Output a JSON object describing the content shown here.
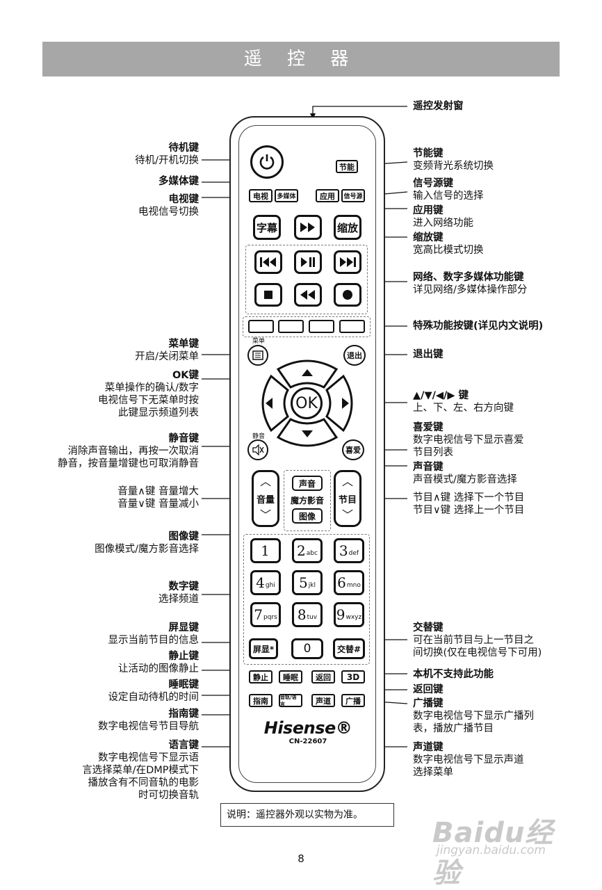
{
  "header": {
    "title": "遥 控 器"
  },
  "labels_left": [
    {
      "id": "standby_t",
      "text": "待机键"
    },
    {
      "id": "standby_d",
      "text": "待机/开机切换"
    },
    {
      "id": "media_t",
      "text": "多媒体键"
    },
    {
      "id": "tv_t",
      "text": "电视键"
    },
    {
      "id": "tv_d",
      "text": "电视信号切换"
    },
    {
      "id": "menu_t",
      "text": "菜单键"
    },
    {
      "id": "menu_d",
      "text": "开启/关闭菜单"
    },
    {
      "id": "ok_t",
      "text": "OK键"
    },
    {
      "id": "ok_d1",
      "text": "菜单操作的确认/数字"
    },
    {
      "id": "ok_d2",
      "text": "电视信号下无菜单时按"
    },
    {
      "id": "ok_d3",
      "text": "此键显示频道列表"
    },
    {
      "id": "mute_t",
      "text": "静音键"
    },
    {
      "id": "mute_d1",
      "text": "消除声音输出，再按一次取消"
    },
    {
      "id": "mute_d2",
      "text": "静音，按音量增键也可取消静音"
    },
    {
      "id": "vol_up",
      "text": "音量∧键  音量增大"
    },
    {
      "id": "vol_dn",
      "text": "音量∨键  音量减小"
    },
    {
      "id": "pic_t",
      "text": "图像键"
    },
    {
      "id": "pic_d",
      "text": "图像模式/魔方影音选择"
    },
    {
      "id": "num_t",
      "text": "数字键"
    },
    {
      "id": "num_d",
      "text": "选择频道"
    },
    {
      "id": "osd_t",
      "text": "屏显键"
    },
    {
      "id": "osd_d",
      "text": "显示当前节目的信息"
    },
    {
      "id": "still_t",
      "text": "静止键"
    },
    {
      "id": "still_d",
      "text": "让活动的图像静止"
    },
    {
      "id": "sleep_t",
      "text": "睡眠键"
    },
    {
      "id": "sleep_d",
      "text": "设定自动待机的时间"
    },
    {
      "id": "guide_t",
      "text": "指南键"
    },
    {
      "id": "guide_d",
      "text": "数字电视信号节目导航"
    },
    {
      "id": "lang_t",
      "text": "语言键"
    },
    {
      "id": "lang_d1",
      "text": "数字电视信号下显示语"
    },
    {
      "id": "lang_d2",
      "text": "言选择菜单/在DMP模式下"
    },
    {
      "id": "lang_d3",
      "text": "播放含有不同音轨的电影"
    },
    {
      "id": "lang_d4",
      "text": "时可切换音轨"
    }
  ],
  "labels_right": [
    {
      "id": "ir_t",
      "text": "遥控发射窗"
    },
    {
      "id": "eco_t",
      "text": "节能键"
    },
    {
      "id": "eco_d",
      "text": "变频背光系统切换"
    },
    {
      "id": "src_t",
      "text": "信号源键"
    },
    {
      "id": "src_d",
      "text": "输入信号的选择"
    },
    {
      "id": "app_t",
      "text": "应用键"
    },
    {
      "id": "app_d",
      "text": "进入网络功能"
    },
    {
      "id": "zoom_t",
      "text": "缩放键"
    },
    {
      "id": "zoom_d",
      "text": "宽高比模式切换"
    },
    {
      "id": "net_t",
      "text": "网络、数字多媒体功能键"
    },
    {
      "id": "net_d",
      "text": "详见网络/多媒体操作部分"
    },
    {
      "id": "spec_t",
      "text": "特殊功能按键(详见内文说明)"
    },
    {
      "id": "exit_t",
      "text": "退出键"
    },
    {
      "id": "dir_t",
      "text": "▲/▼/◀/▶ 键"
    },
    {
      "id": "dir_d",
      "text": "上、下、左、右方向键"
    },
    {
      "id": "fav_t",
      "text": "喜爱键"
    },
    {
      "id": "fav_d1",
      "text": "数字电视信号下显示喜爱"
    },
    {
      "id": "fav_d2",
      "text": "节目列表"
    },
    {
      "id": "snd_t",
      "text": "声音键"
    },
    {
      "id": "snd_d",
      "text": "声音模式/魔方影音选择"
    },
    {
      "id": "ch_up",
      "text": "节目∧键  选择下一个节目"
    },
    {
      "id": "ch_dn",
      "text": "节目∨键  选择上一个节目"
    },
    {
      "id": "swap_t",
      "text": "交替键"
    },
    {
      "id": "swap_d1",
      "text": "可在当前节目与上一节目之"
    },
    {
      "id": "swap_d2",
      "text": "间切换(仅在电视信号下可用)"
    },
    {
      "id": "nosup_t",
      "text": "本机不支持此功能"
    },
    {
      "id": "back_t",
      "text": "返回键"
    },
    {
      "id": "bc_t",
      "text": "广播键"
    },
    {
      "id": "bc_d1",
      "text": "数字电视信号下显示广播列"
    },
    {
      "id": "bc_d2",
      "text": "表，播放广播节目"
    },
    {
      "id": "aud_t",
      "text": "声道键"
    },
    {
      "id": "aud_d1",
      "text": "数字电视信号下显示声道"
    },
    {
      "id": "aud_d2",
      "text": "选择菜单"
    }
  ],
  "remote": {
    "eco": "节能",
    "tv": "电视",
    "media": "多媒体",
    "app": "应用",
    "source": "信号源",
    "subtitle": "字幕",
    "zoom": "缩放",
    "menu_label": "菜单",
    "exit": "退出",
    "ok": "OK",
    "mute_label": "静音",
    "fav": "喜爱",
    "sound": "声音",
    "volume": "音量",
    "magic": "魔方影音",
    "channel": "节目",
    "picture": "图像",
    "digits": [
      {
        "n": "1",
        "s": ""
      },
      {
        "n": "2",
        "s": "abc"
      },
      {
        "n": "3",
        "s": "def"
      },
      {
        "n": "4",
        "s": "ghi"
      },
      {
        "n": "5",
        "s": "jkl"
      },
      {
        "n": "6",
        "s": "mno"
      },
      {
        "n": "7",
        "s": "pqrs"
      },
      {
        "n": "8",
        "s": "tuv"
      },
      {
        "n": "9",
        "s": "wxyz"
      }
    ],
    "osd": "屏显*",
    "zero": "0",
    "swap": "交替#",
    "still": "静止",
    "sleep": "睡眠",
    "back": "返回",
    "three_d": "3D",
    "guide": "指南",
    "lang": "音轨/语言",
    "audio_ch": "声道",
    "broadcast": "广播",
    "brand": "Hisense®",
    "model": "CN-22607"
  },
  "caption": "说明：遥控器外观以实物为准。",
  "page_number": "8",
  "watermark": {
    "logo": "Baidu经验",
    "url": "jingyan.baidu.com"
  }
}
